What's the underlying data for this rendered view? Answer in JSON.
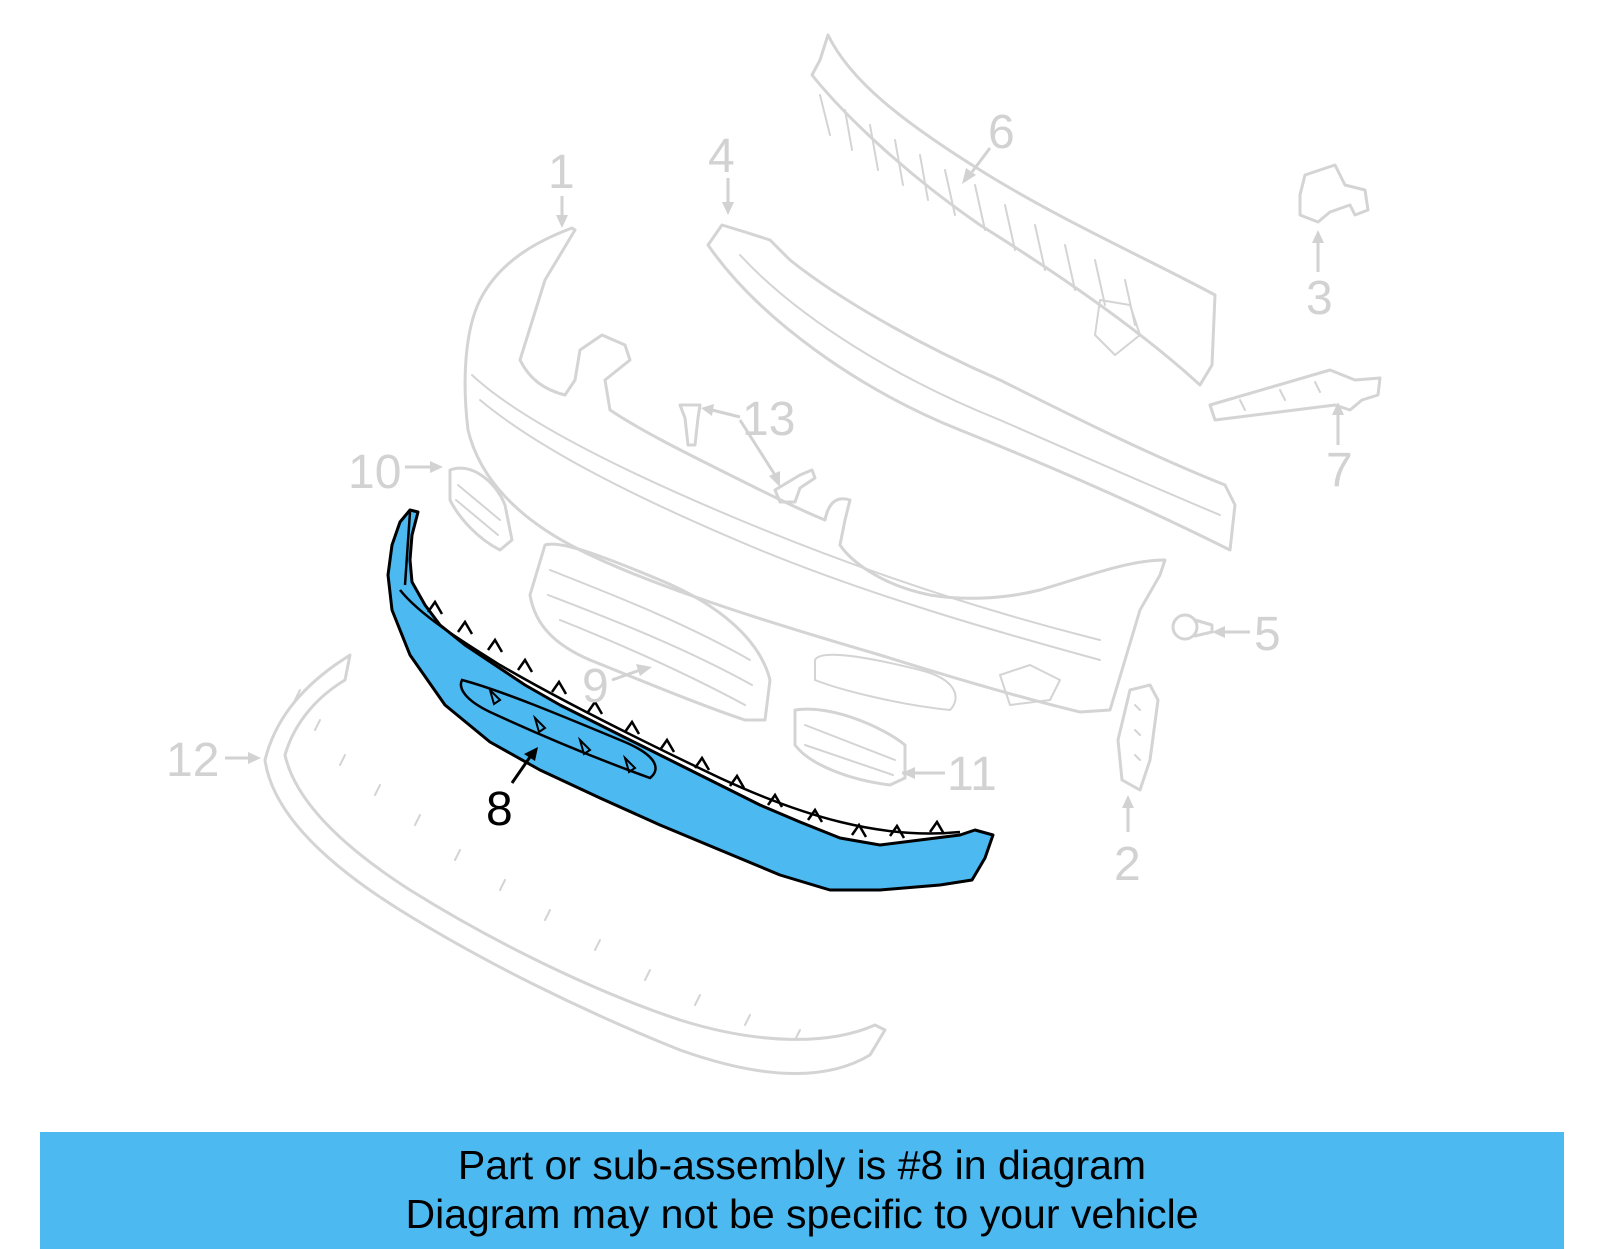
{
  "diagram": {
    "highlight_color": "#4cb9f1",
    "highlighted_part": "8",
    "callouts": {
      "c1": "1",
      "c2": "2",
      "c3": "3",
      "c4": "4",
      "c5": "5",
      "c6": "6",
      "c7": "7",
      "c8": "8",
      "c9": "9",
      "c10": "10",
      "c11": "11",
      "c12": "12",
      "c13": "13"
    }
  },
  "banner": {
    "line1": "Part or sub-assembly is #8 in diagram",
    "line2": "Diagram may not be specific to your vehicle",
    "color": "#4cb9f1"
  }
}
